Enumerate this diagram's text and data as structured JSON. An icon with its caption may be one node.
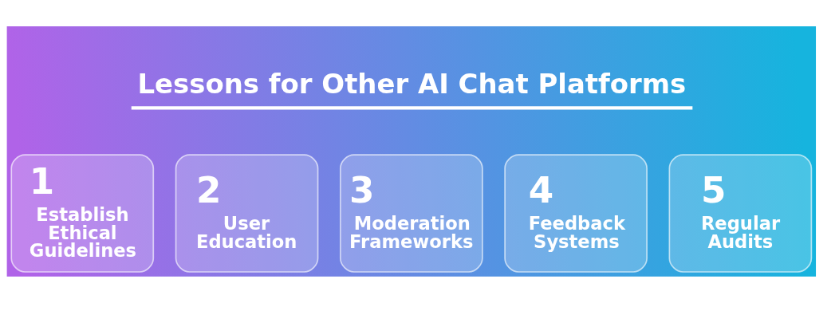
{
  "diagram": {
    "title": "Lessons for Other AI Chat Platforms",
    "nodes": [
      {
        "text": [
          "1",
          "Establish Ethical Guidelines"
        ]
      },
      {
        "text": [
          "2",
          "User Education"
        ]
      },
      {
        "text": [
          "3",
          "Moderation Frameworks"
        ]
      },
      {
        "text": [
          "4",
          "Feedback Systems"
        ]
      },
      {
        "text": [
          "5",
          "Regular Audits"
        ]
      }
    ]
  }
}
